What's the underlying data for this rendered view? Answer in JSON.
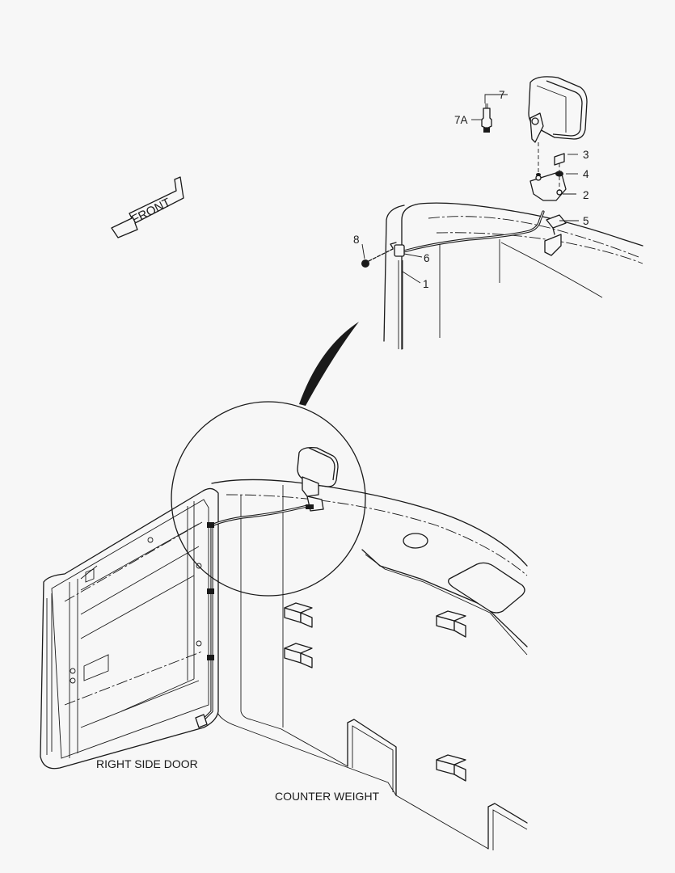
{
  "direction_label": "FRONT",
  "callouts": [
    "1",
    "2",
    "3",
    "4",
    "5",
    "6",
    "7",
    "7A",
    "8"
  ],
  "captions": {
    "right_side_door": "RIGHT SIDE DOOR",
    "counter_weight": "COUNTER WEIGHT"
  }
}
